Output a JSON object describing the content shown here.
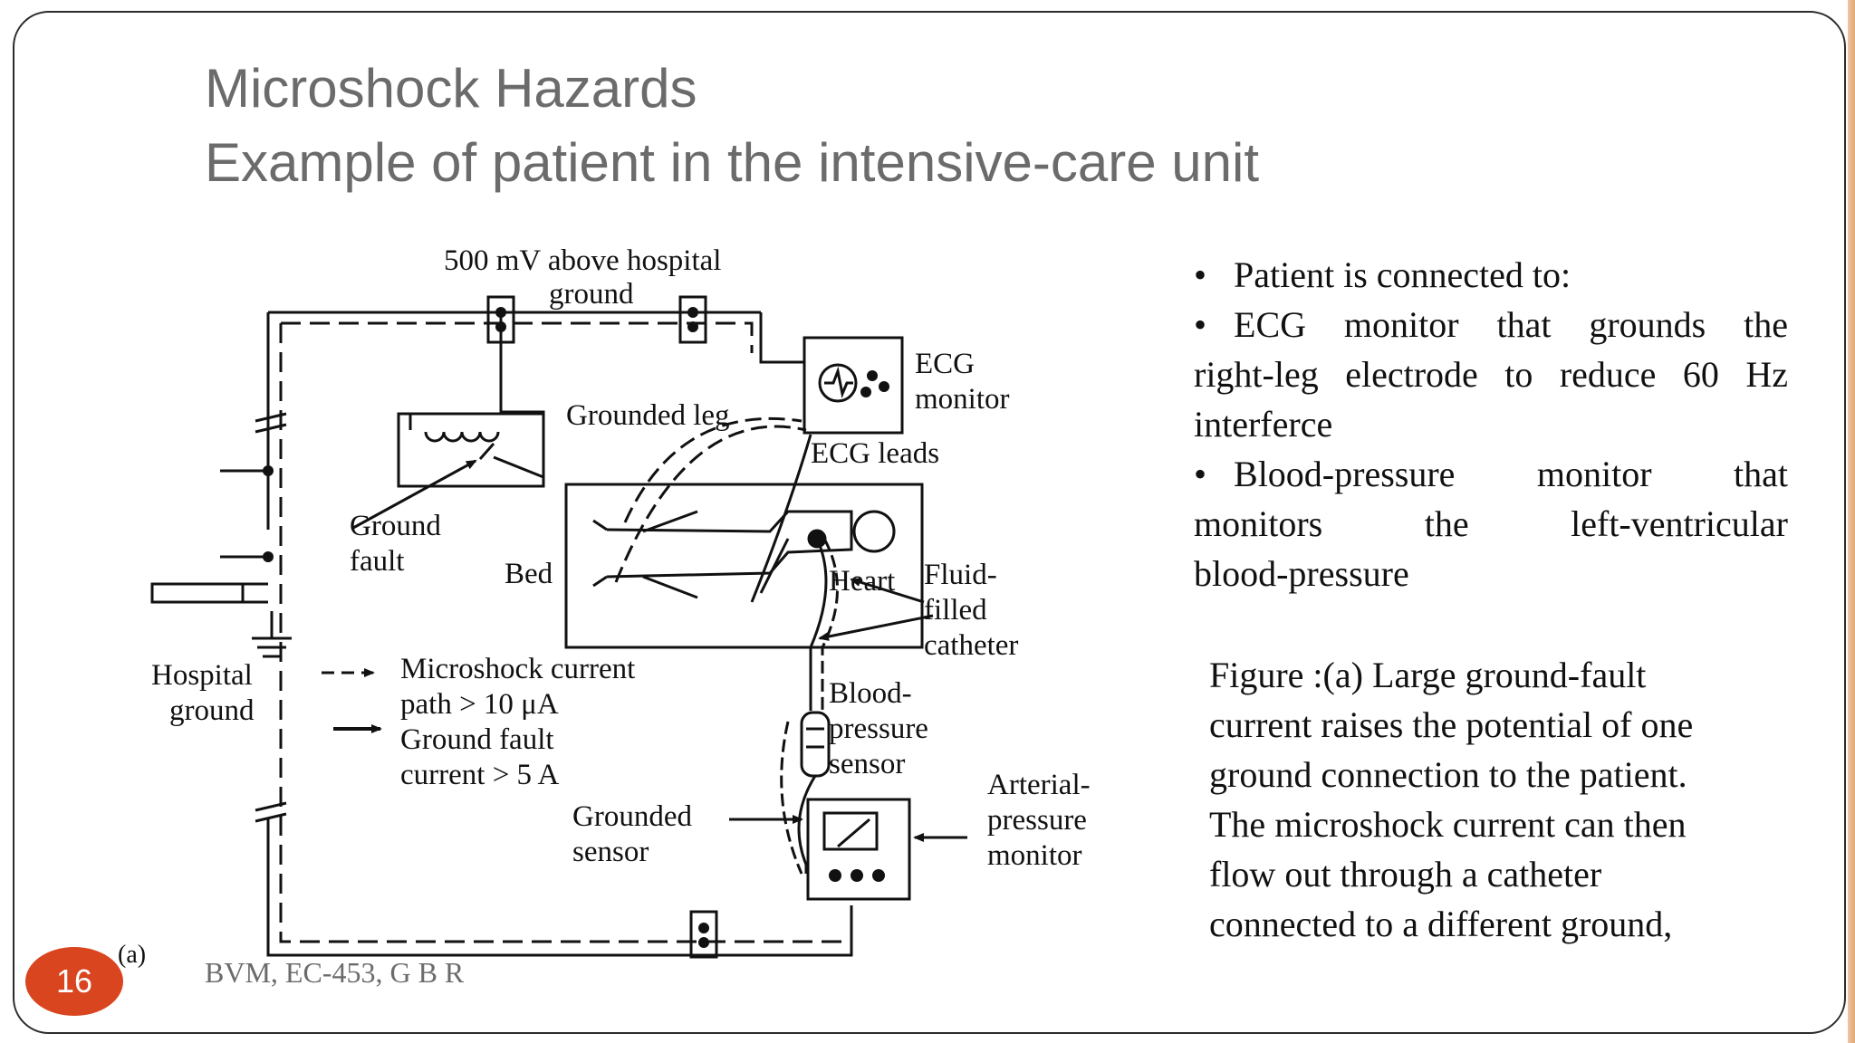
{
  "slide": {
    "title_line1": "Microshock Hazards",
    "title_line2": "Example of patient in the intensive-care unit",
    "page_number": "16",
    "footer": "BVM, EC-453, G B R"
  },
  "diagram": {
    "top_label_l1": "500 mV above hospital",
    "top_label_l2": "ground",
    "ecg_monitor_l1": "ECG",
    "ecg_monitor_l2": "monitor",
    "grounded_leg": "Grounded leg",
    "ecg_leads": "ECG leads",
    "ground_fault_l1": "Ground",
    "ground_fault_l2": "fault",
    "bed": "Bed",
    "heart": "Heart",
    "fluid_l1": "Fluid-",
    "fluid_l2": "filled",
    "fluid_l3": "catheter",
    "hospital_ground_l1": "Hospital",
    "hospital_ground_l2": "ground",
    "legend_microshock_l1": "Microshock current",
    "legend_microshock_l2": "path > 10 μA",
    "legend_fault_l1": "Ground fault",
    "legend_fault_l2": "current > 5 A",
    "bp_sensor_l1": "Blood-",
    "bp_sensor_l2": "pressure",
    "bp_sensor_l3": "sensor",
    "grounded_sensor_l1": "Grounded",
    "grounded_sensor_l2": "sensor",
    "arterial_l1": "Arterial-",
    "arterial_l2": "pressure",
    "arterial_l3": "monitor",
    "panel_label": "(a)"
  },
  "bullets": {
    "b1": "Patient is connected to:",
    "b2_l1": "ECG monitor that grounds the",
    "b2_l2": "right-leg electrode to reduce  60 Hz",
    "b2_l3": "interferce",
    "b3_l1": "Blood-pressure monitor that",
    "b3_l2": "monitors the left-ventricular",
    "b3_l3": "blood-pressure"
  },
  "caption": {
    "l1": "Figure :(a) Large ground-fault",
    "l2": "current raises the potential of one",
    "l3": "ground connection to the patient.",
    "l4": "The  microshock current can then",
    "l5": "flow out  through a catheter",
    "l6": "connected to a  different ground,"
  },
  "colors": {
    "title": "#6b6b6b",
    "badge": "#d9451f",
    "ink": "#111111"
  }
}
